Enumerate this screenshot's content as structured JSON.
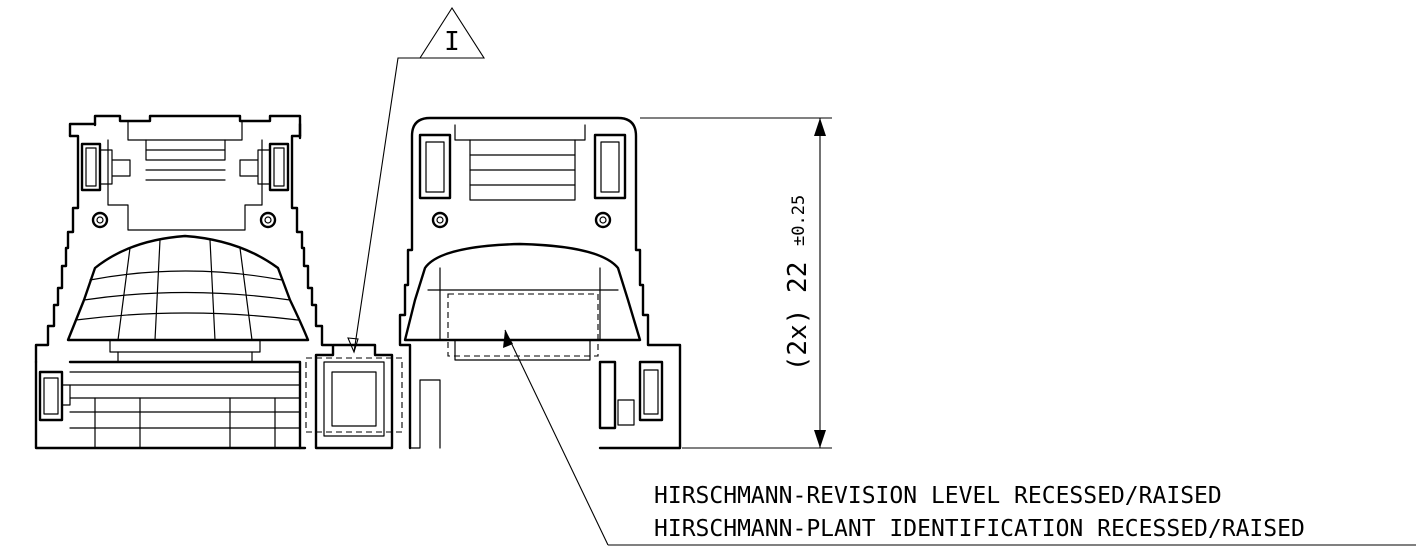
{
  "callout": {
    "label": "I"
  },
  "dimension": {
    "prefix": "(2x)",
    "value": "22",
    "tolerance": "±0.25"
  },
  "notes": [
    "HIRSCHMANN-REVISION LEVEL RECESSED/RAISED",
    "HIRSCHMANN-PLANT IDENTIFICATION RECESSED/RAISED"
  ]
}
